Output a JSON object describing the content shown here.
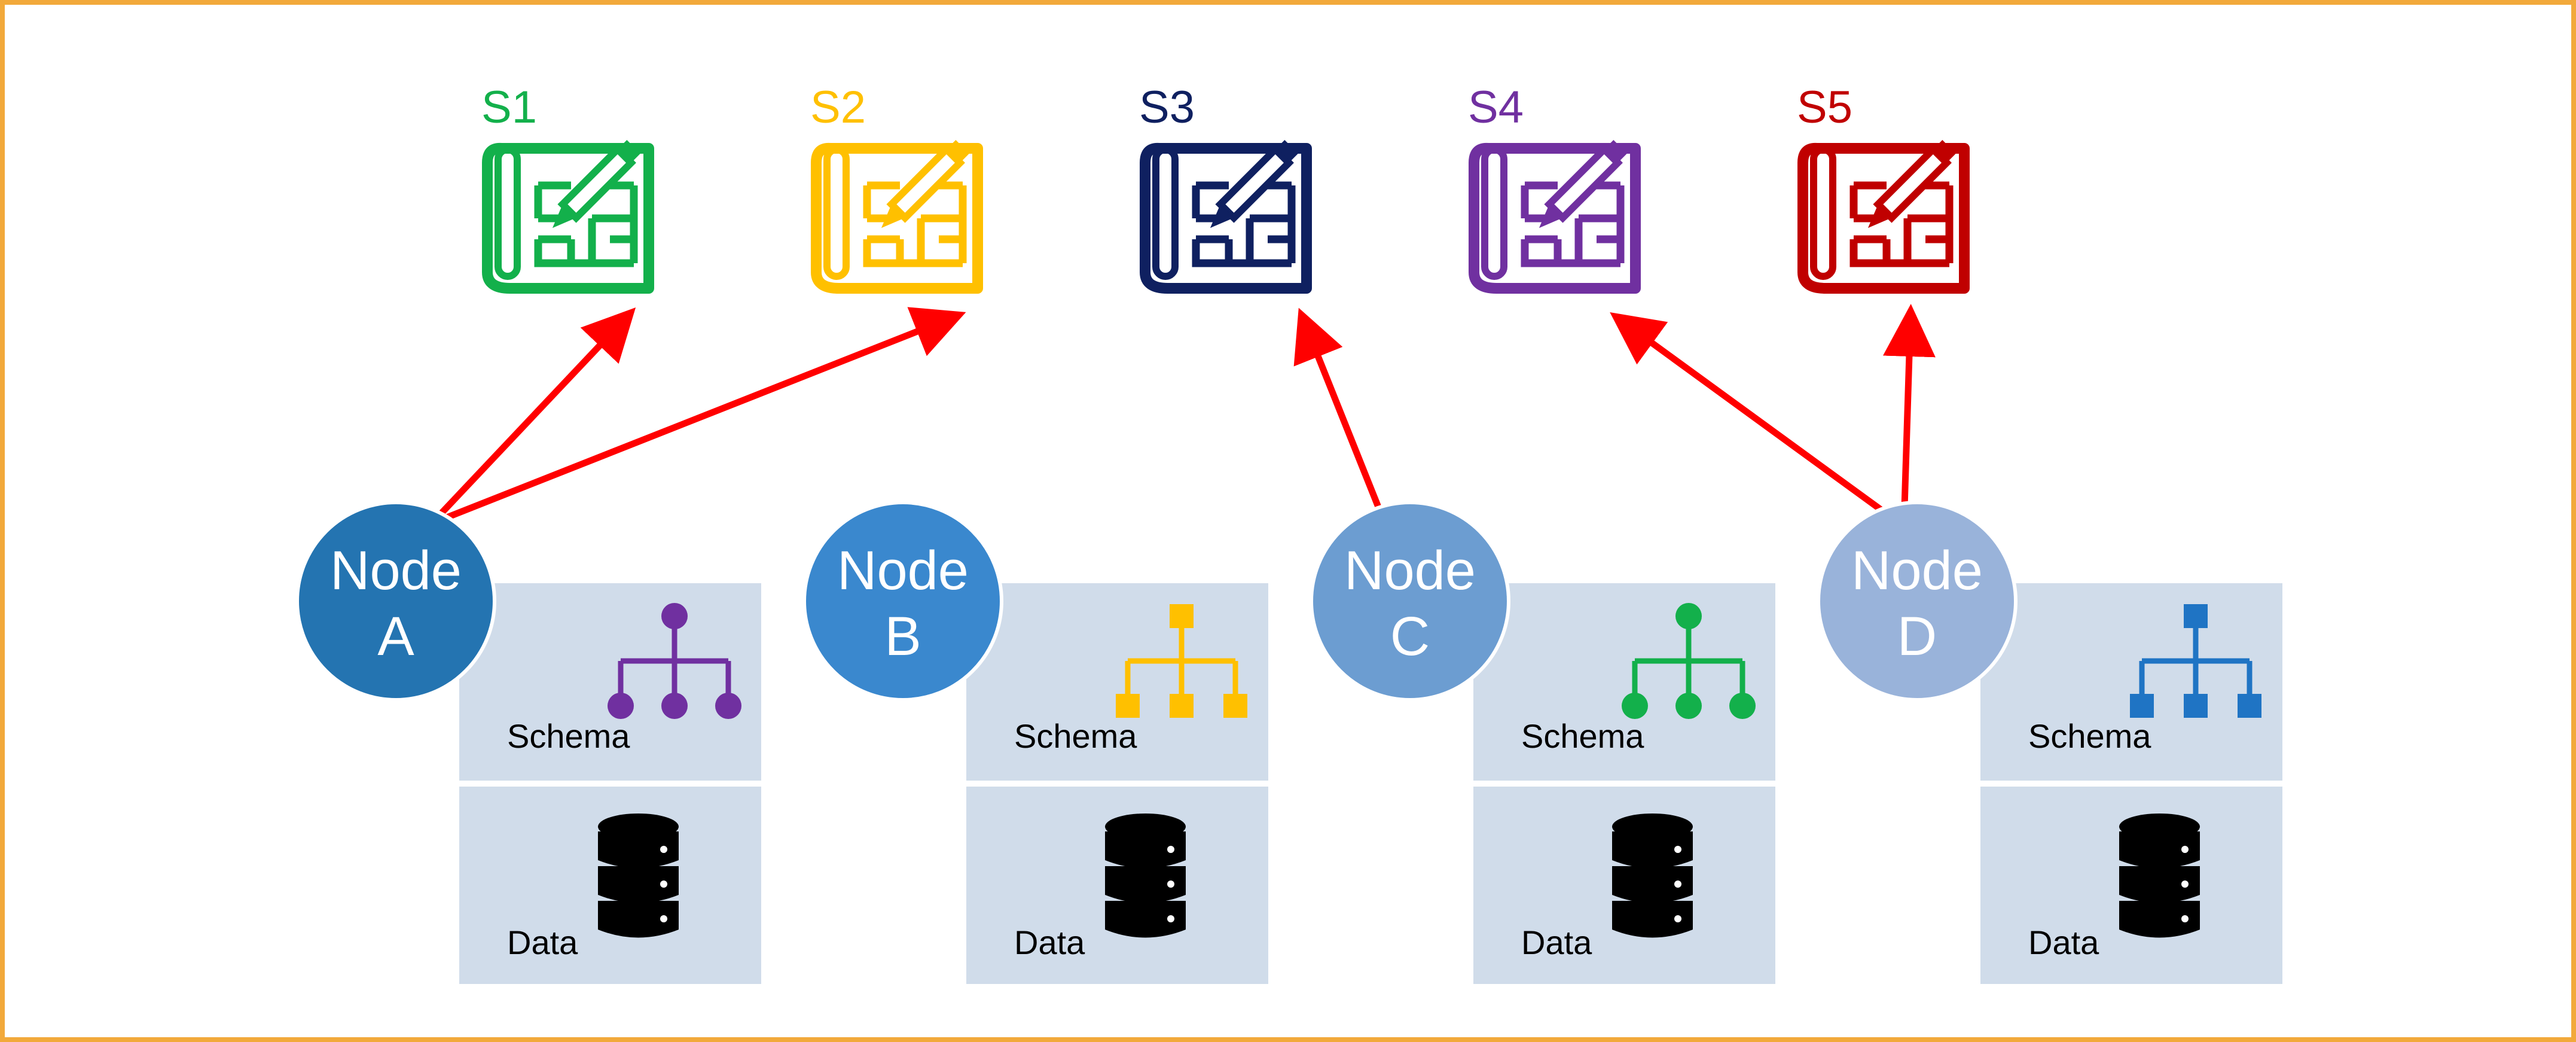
{
  "plans": [
    {
      "label": "S1",
      "color": "#13B04B"
    },
    {
      "label": "S2",
      "color": "#FFC000"
    },
    {
      "label": "S3",
      "color": "#0F2060"
    },
    {
      "label": "S4",
      "color": "#7030A0"
    },
    {
      "label": "S5",
      "color": "#C00000"
    }
  ],
  "nodes": [
    {
      "line1": "Node",
      "line2": "A",
      "circle_color": "#2474B1",
      "tree_color": "#7030A0",
      "tree_shape": "circle",
      "schema_label": "Schema",
      "data_label": "Data"
    },
    {
      "line1": "Node",
      "line2": "B",
      "circle_color": "#3A88CE",
      "tree_color": "#FFC000",
      "tree_shape": "square",
      "schema_label": "Schema",
      "data_label": "Data"
    },
    {
      "line1": "Node",
      "line2": "C",
      "circle_color": "#6C9DD1",
      "tree_color": "#13B04B",
      "tree_shape": "circle",
      "schema_label": "Schema",
      "data_label": "Data"
    },
    {
      "line1": "Node",
      "line2": "D",
      "circle_color": "#99B3DA",
      "tree_color": "#1F74C4",
      "tree_shape": "square",
      "schema_label": "Schema",
      "data_label": "Data"
    }
  ],
  "connections": [
    {
      "from": "A",
      "to": "S1"
    },
    {
      "from": "A",
      "to": "S2"
    },
    {
      "from": "C",
      "to": "S3"
    },
    {
      "from": "D",
      "to": "S4"
    },
    {
      "from": "D",
      "to": "S5"
    }
  ],
  "colors": {
    "arrow": "#FF0000",
    "panel": "#D0DCEA",
    "border": "#F2A93B"
  }
}
